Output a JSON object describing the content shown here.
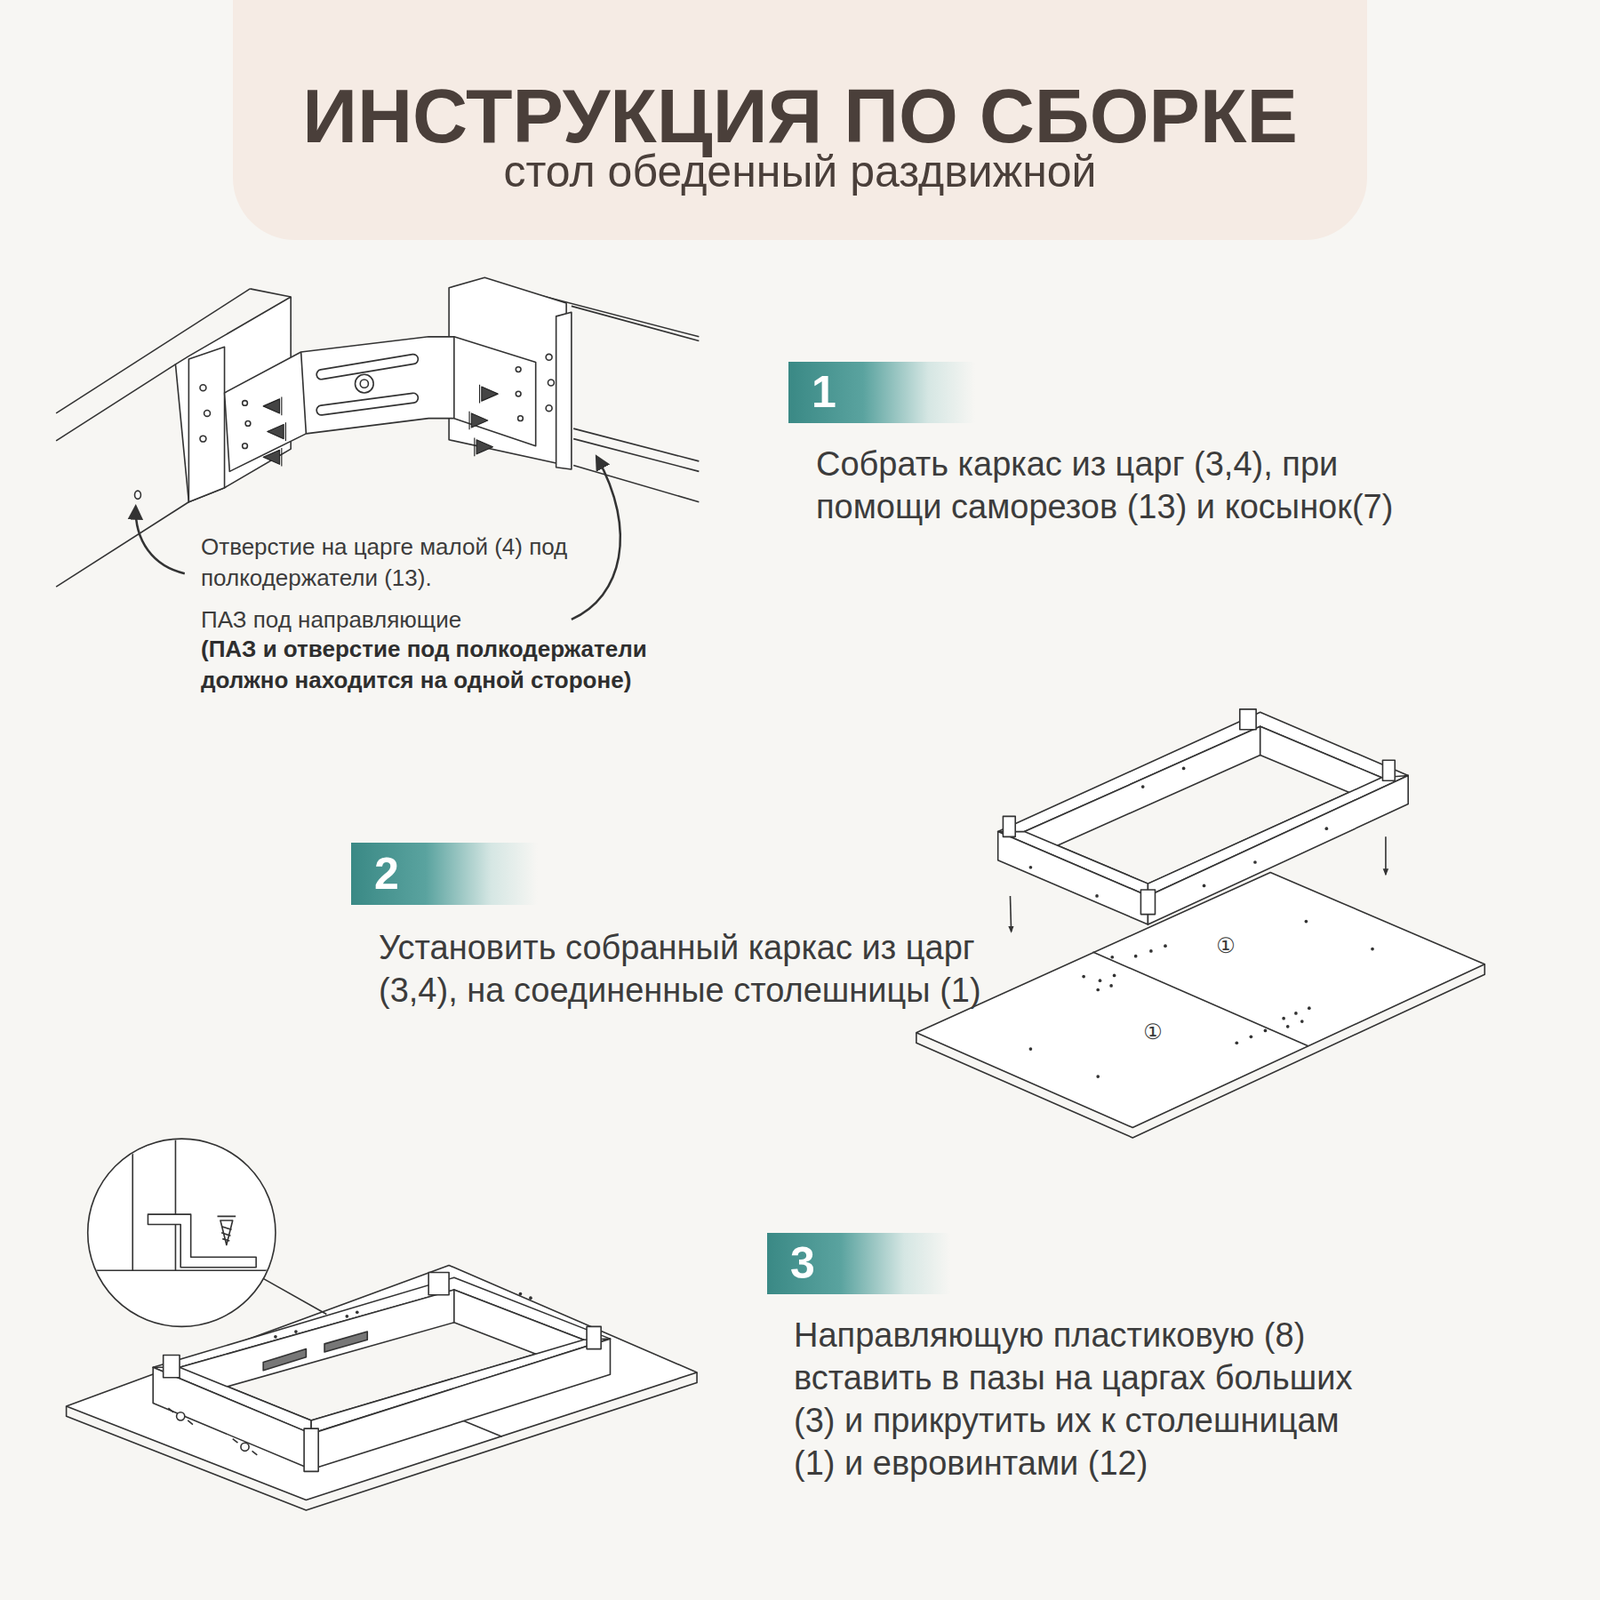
{
  "diagram": {
    "nodes": [
      {
        "text": [
          "ИНСТРУКЦИЯ ПО СБОРКЕ",
          "стол обеденный раздвижной"
        ]
      },
      {
        "text": [
          "1"
        ]
      },
      {
        "text": [
          "2"
        ]
      },
      {
        "text": [
          "3"
        ]
      }
    ],
    "labels": [
      "Собрать каркас из царг (3,4), при помощи саморезов (13) и косынок(7)",
      "Отверстие на царге малой (4) под полкодержатели (13).",
      "ПАЗ под направляющие",
      "(ПАЗ и отверстие под полкодержатели должно находится на одной стороне)",
      "Установить собранный каркас из царг (3,4), на соединенные столешницы (1)",
      "①",
      "①",
      "Направляющую пластиковую (8) вставить в пазы на царгах больших (3) и прикрутить их к столешницам (1) и евровинтами (12)"
    ]
  }
}
